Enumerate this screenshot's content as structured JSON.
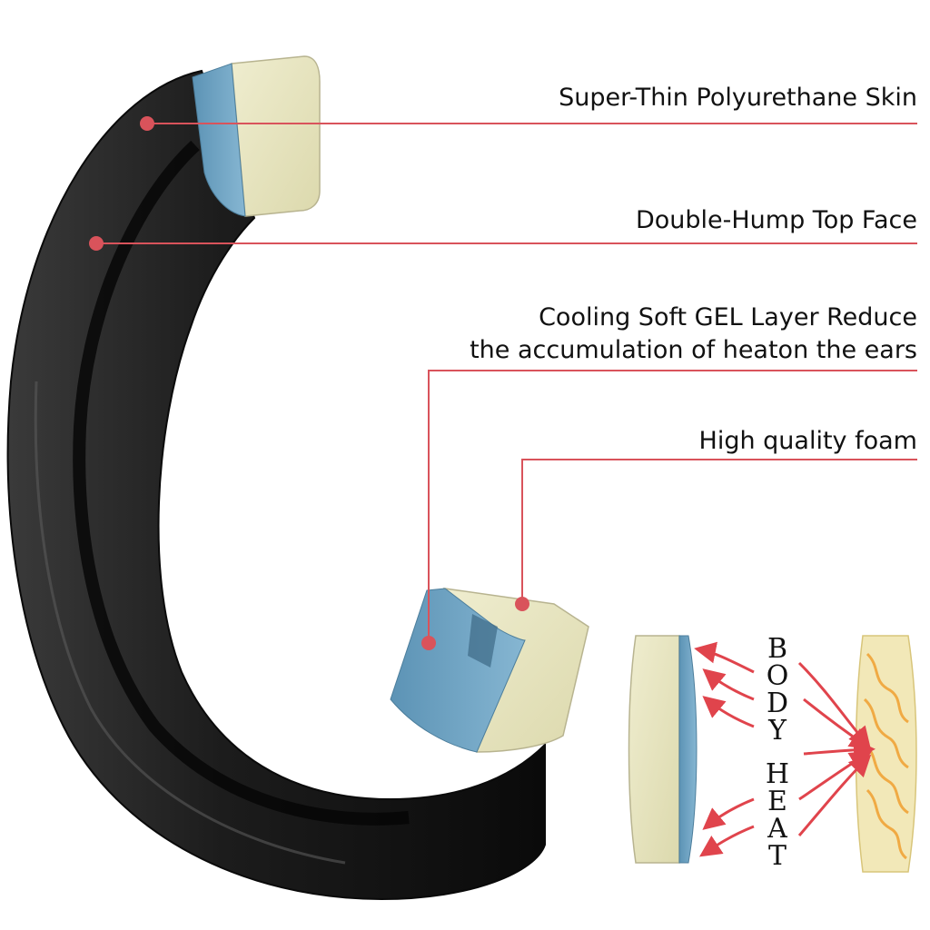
{
  "callouts": {
    "skin": "Super-Thin Polyurethane Skin",
    "top_face": "Double-Hump Top Face",
    "gel_line1": "Cooling Soft GEL Layer Reduce",
    "gel_line2": "the accumulation of heaton the ears",
    "foam": "High quality foam"
  },
  "heat_labels": {
    "body": [
      "B",
      "O",
      "D",
      "Y"
    ],
    "heat": [
      "H",
      "E",
      "A",
      "T"
    ]
  },
  "colors": {
    "leather": "#1a1a1a",
    "gel": "#6fa5c4",
    "foam": "#e8e6c2",
    "leader": "#d9535b",
    "arrow": "#e0444c",
    "flame": "#f0a030"
  }
}
